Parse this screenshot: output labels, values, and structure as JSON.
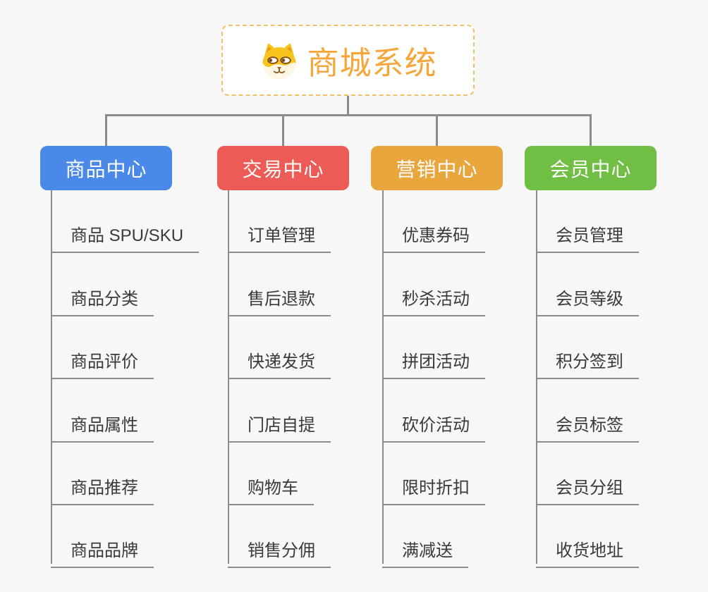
{
  "colors": {
    "background": "#F7F7F7",
    "connector": "#8C8C8C",
    "root_text": "#F5A73C",
    "root_border": "#F3C06A",
    "leaf_text": "#3A3A3A"
  },
  "root": {
    "label": "商城系统",
    "icon": "dog-face-icon"
  },
  "branches": [
    {
      "label": "商品中心",
      "color": "#4A89E8",
      "children": [
        "商品 SPU/SKU",
        "商品分类",
        "商品评价",
        "商品属性",
        "商品推荐",
        "商品品牌"
      ]
    },
    {
      "label": "交易中心",
      "color": "#ED5B56",
      "children": [
        "订单管理",
        "售后退款",
        "快递发货",
        "门店自提",
        "购物车",
        "销售分佣"
      ]
    },
    {
      "label": "营销中心",
      "color": "#E8A63D",
      "children": [
        "优惠券码",
        "秒杀活动",
        "拼团活动",
        "砍价活动",
        "限时折扣",
        "满减送"
      ]
    },
    {
      "label": "会员中心",
      "color": "#70BE44",
      "children": [
        "会员管理",
        "会员等级",
        "积分签到",
        "会员标签",
        "会员分组",
        "收货地址"
      ]
    }
  ]
}
